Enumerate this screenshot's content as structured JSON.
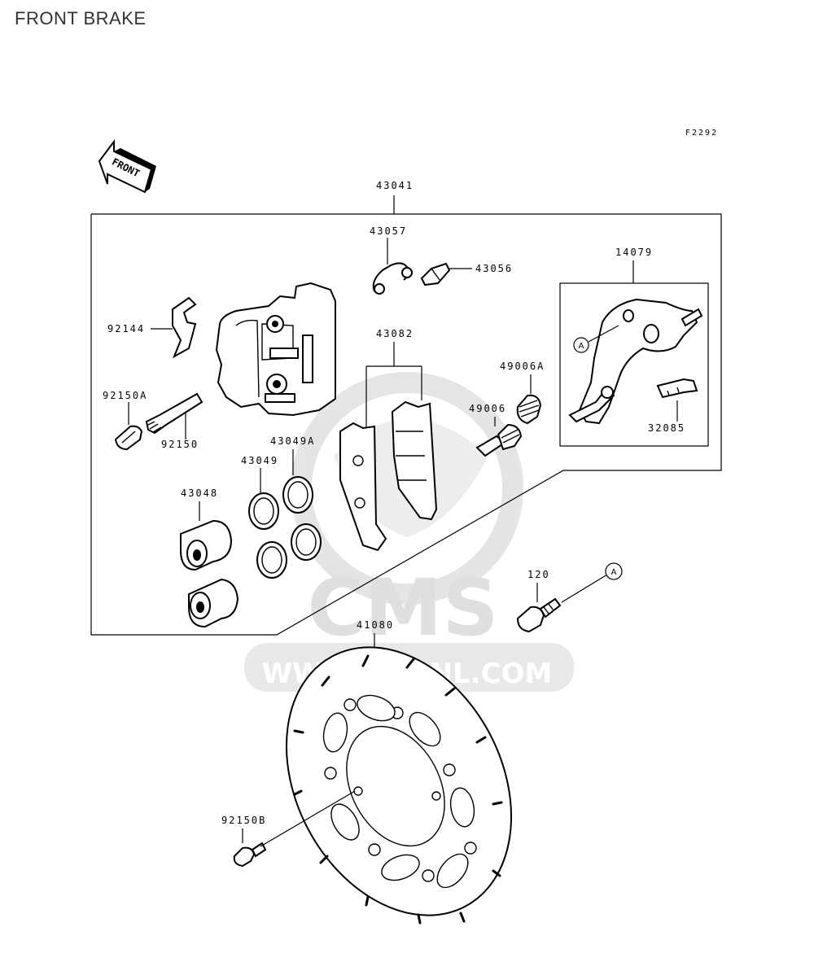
{
  "page": {
    "title": "FRONT BRAKE"
  },
  "figure": {
    "code": "F2292",
    "front_label": "FRONT"
  },
  "watermark": {
    "brand": "CMS",
    "url": "WWW.CMSNL.COM"
  },
  "callouts": {
    "ref_a": "A",
    "ref_a_bracket": "A"
  },
  "parts": {
    "p43041": "43041",
    "p43057": "43057",
    "p43056": "43056",
    "p14079": "14079",
    "p92144": "92144",
    "p43082": "43082",
    "p49006a": "49006A",
    "p92150a": "92150A",
    "p49006": "49006",
    "p32085": "32085",
    "p92150": "92150",
    "p43049a": "43049A",
    "p43049": "43049",
    "p43048": "43048",
    "p120": "120",
    "p41080": "41080",
    "p92150b": "92150B"
  }
}
